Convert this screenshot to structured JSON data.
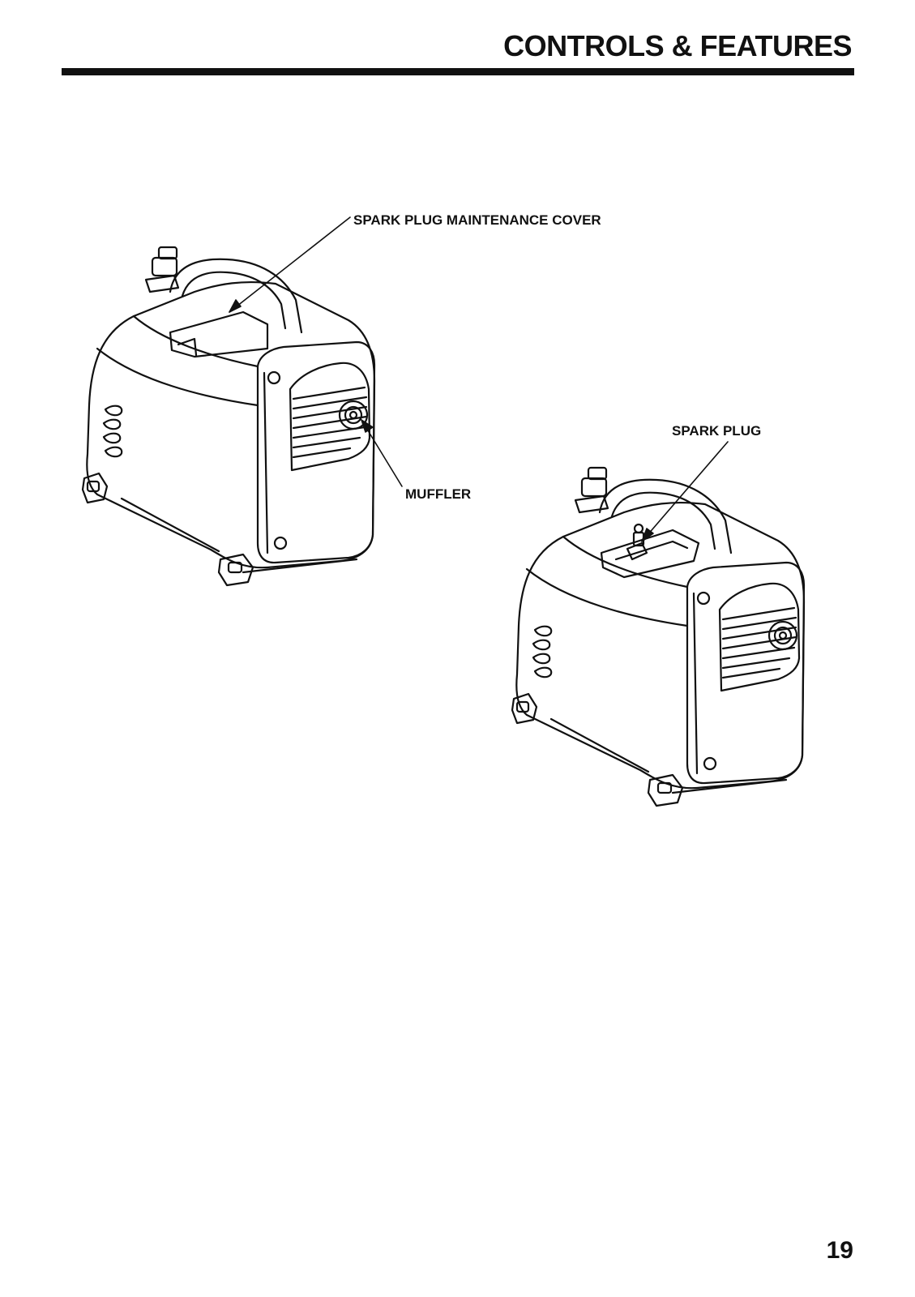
{
  "header": {
    "title": "CONTROLS & FEATURES"
  },
  "callouts": {
    "maintenance_cover": "SPARK PLUG MAINTENANCE COVER",
    "muffler": "MUFFLER",
    "spark_plug": "SPARK PLUG"
  },
  "footer": {
    "page_number": "19"
  },
  "icons": [
    "generator-illustration",
    "generator-cover-open-illustration"
  ]
}
